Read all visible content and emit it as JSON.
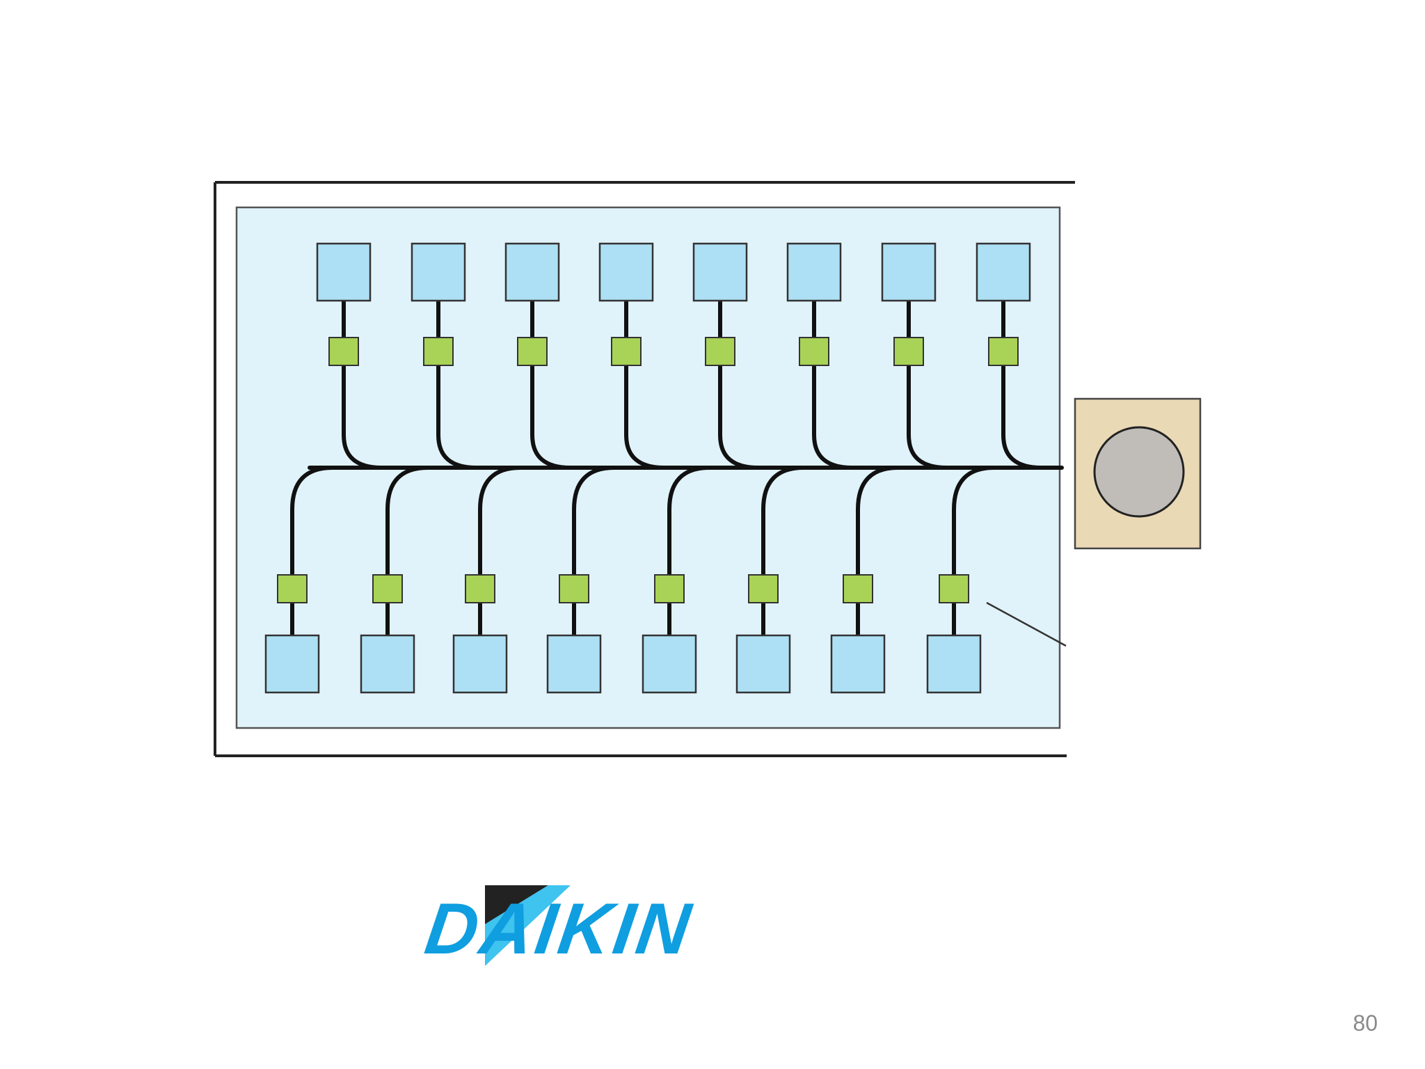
{
  "slide": {
    "page_number": "80"
  },
  "logo": {
    "text": "DAIKIN"
  },
  "diagram": {
    "indoor_units_per_row": 8,
    "rows": 2,
    "colors": {
      "room_fill": "#e1f3fa",
      "indoor_unit": "#aee0f5",
      "branch_selector": "#a9d356",
      "outdoor_unit": "#ead9b5",
      "fan": "#c0bcb8",
      "pipe": "#111111"
    }
  },
  "colors": {
    "brand_blue": "#0f9ee0",
    "brand_light_blue": "#3fc3ef",
    "brand_dark": "#222222"
  }
}
